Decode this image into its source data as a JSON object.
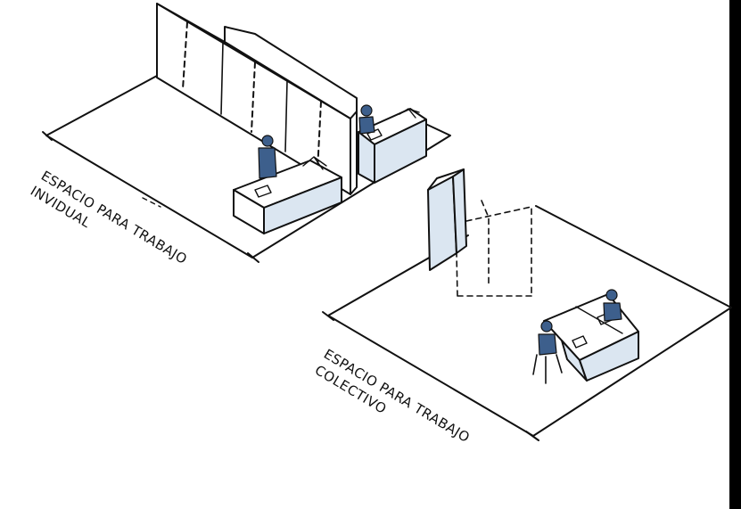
{
  "background_color": "#ffffff",
  "frame_color": "#000000",
  "ink_color": "#111111",
  "fill_color": "#dbe6f1",
  "figure_color": "#3d5f8c",
  "zone_individual": {
    "label_line1": "ESPACIO PARA TRABAJO",
    "label_line2": "INVIDUAL"
  },
  "zone_collective": {
    "label_line1": "ESPACIO PARA TRABAJO",
    "label_line2": "COLECTIVO"
  }
}
